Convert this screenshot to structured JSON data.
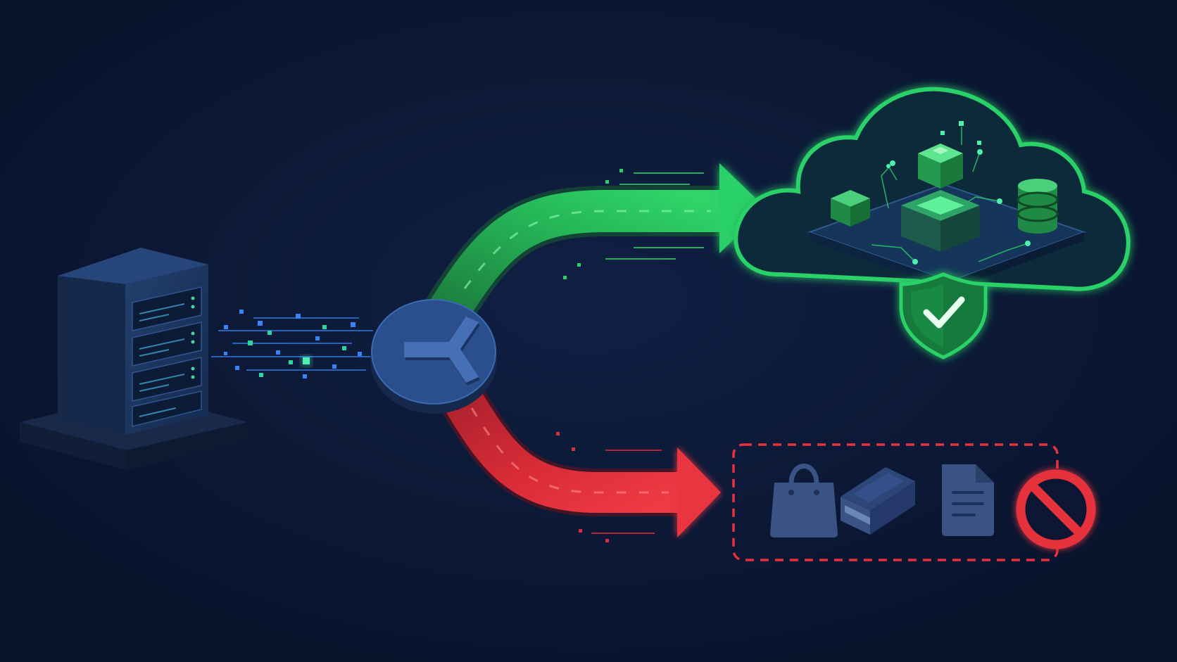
{
  "colors": {
    "background": "#0b1630",
    "allowed": "#22c55e",
    "allowed_dark": "#15803d",
    "blocked": "#e5323e",
    "blocked_dark": "#9f1d27",
    "router": "#2b4f8c",
    "server": "#1e3560",
    "data_stream": "#3b82f6",
    "data_stream_alt": "#2dd4a4",
    "muted_icon": "#3a5385"
  },
  "nodes": {
    "source": {
      "icon": "server-rack-icon",
      "interactable": false
    },
    "router": {
      "icon": "split-route-icon",
      "interactable": false
    },
    "allowed_destination": {
      "icon": "cloud-icon",
      "contents": [
        "cube-icon",
        "cube-icon",
        "platform-icon",
        "database-icon"
      ],
      "badge": "shield-check-icon"
    },
    "blocked_destination": {
      "border": "dashed",
      "items": [
        "shopping-bag-icon",
        "book-icon",
        "document-icon"
      ],
      "badge": "prohibited-icon"
    }
  },
  "flows": [
    {
      "from": "router",
      "to": "allowed_destination",
      "status": "allowed",
      "icon": "arrow-right-icon"
    },
    {
      "from": "router",
      "to": "blocked_destination",
      "status": "blocked",
      "icon": "arrow-right-icon"
    }
  ]
}
